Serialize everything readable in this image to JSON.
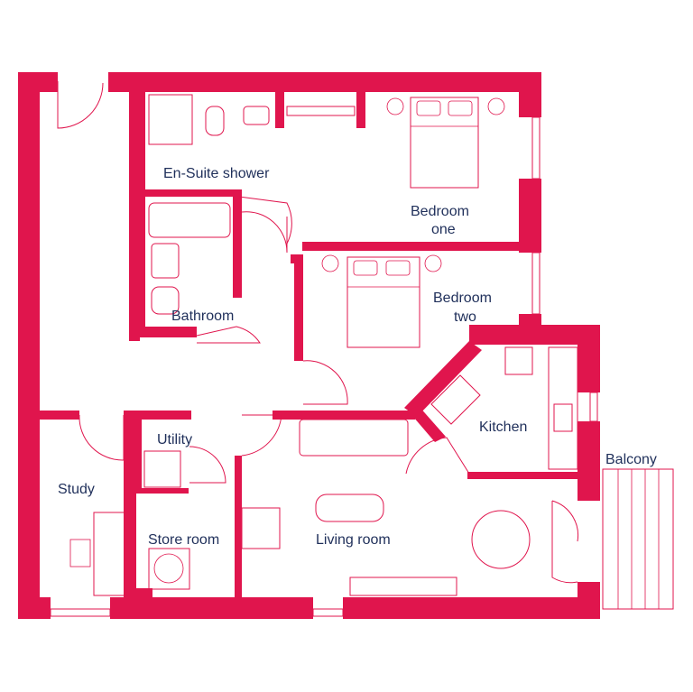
{
  "colors": {
    "wall": "#e0154d",
    "label": "#1f2f5a",
    "background": "#ffffff"
  },
  "rooms": {
    "ensuite": "En-Suite shower",
    "bedroom_one_line1": "Bedroom",
    "bedroom_one_line2": "one",
    "bedroom_two_line1": "Bedroom",
    "bedroom_two_line2": "two",
    "bathroom": "Bathroom",
    "kitchen": "Kitchen",
    "balcony": "Balcony",
    "utility": "Utility",
    "study": "Study",
    "store_room": "Store room",
    "living_room": "Living room"
  }
}
